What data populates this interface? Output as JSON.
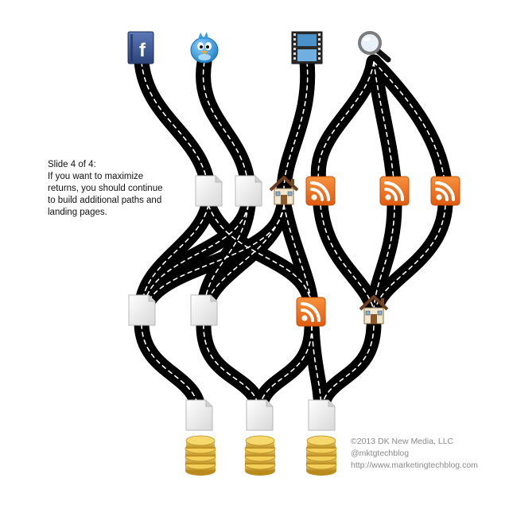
{
  "caption": {
    "lines": [
      "Slide 4 of 4:",
      "If you want to maximize",
      "returns, you should continue",
      "to build additional paths and",
      "landing pages."
    ]
  },
  "credits": {
    "copyright": "©2013 DK New Media, LLC",
    "handle": "@mktgtechblog",
    "url": "http://www.marketingtechblog.com"
  },
  "sources": [
    {
      "icon": "facebook-icon",
      "letter": "f"
    },
    {
      "icon": "twitter-bird-icon"
    },
    {
      "icon": "film-strip-icon"
    },
    {
      "icon": "magnifying-glass-icon"
    }
  ],
  "colors": {
    "road": "#000000",
    "lane_dash": "#ffffff",
    "rss": "#ef6b1a",
    "facebook": "#3b5998",
    "twitter": "#3aa7e6",
    "coin": "#e0b43a",
    "page": "#e9e9e9"
  }
}
